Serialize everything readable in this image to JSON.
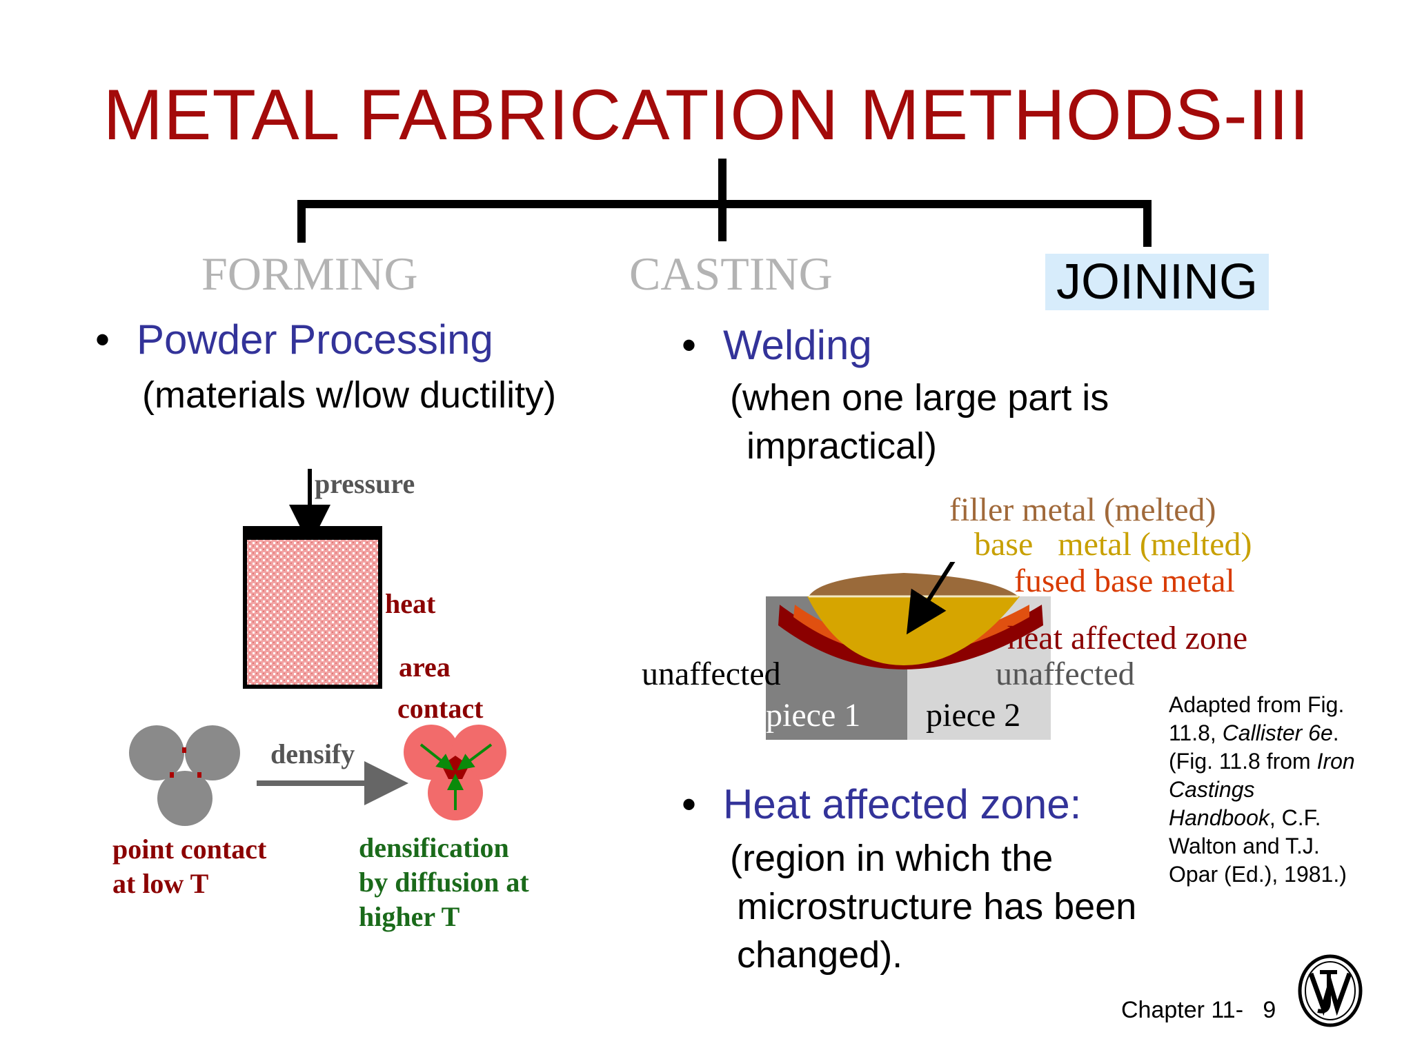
{
  "title": "METAL FABRICATION METHODS-III",
  "categories": {
    "forming": "FORMING",
    "casting": "CASTING",
    "joining": "JOINING"
  },
  "left": {
    "bullet": "Powder Processing",
    "detail": "(materials w/low ductility)",
    "diagram": {
      "pressure": "pressure",
      "heat": "heat",
      "area": "area",
      "contact": "contact",
      "densify": "densify",
      "point_contact_1": "point contact",
      "point_contact_2": "at low T",
      "densification_1": "densification",
      "densification_2": "by diffusion at",
      "densification_3": "higher T"
    }
  },
  "right": {
    "bullet": "Welding",
    "detail_1": "(when one large part is",
    "detail_2": "impractical)",
    "diagram": {
      "filler": "filler metal (melted)",
      "base": "base   metal (melted)",
      "fused": "fused base metal",
      "haz": "heat affected zone",
      "unaffected_left": "unaffected",
      "unaffected_right": "unaffected",
      "piece1": "piece 1",
      "piece2": "piece 2"
    },
    "bullet2": "Heat affected zone:",
    "detail2_1": "(region in which the",
    "detail2_2": "microstructure has been",
    "detail2_3": "changed)."
  },
  "caption": {
    "l1": "Adapted from Fig.",
    "l2a": "11.8, ",
    "l2b": "Callister 6e",
    "l2c": ".",
    "l3a": "(Fig. 11.8 from ",
    "l3b": "Iron",
    "l4": "Castings",
    "l5a": "Handbook",
    "l5b": ", C.F.",
    "l6": "Walton and T.J.",
    "l7": "Opar (Ed.), 1981.)"
  },
  "footer": "Chapter 11-   9",
  "colors": {
    "title": "#a30a0a",
    "bullet": "#333399",
    "joining_highlight": "#d7ecfb",
    "filler": "#a0693a",
    "base_melted": "#c8a000",
    "fused": "#d83a00",
    "haz": "#8b0000",
    "powder_label": "#8b0000",
    "densification_label": "#1a6a1a"
  }
}
